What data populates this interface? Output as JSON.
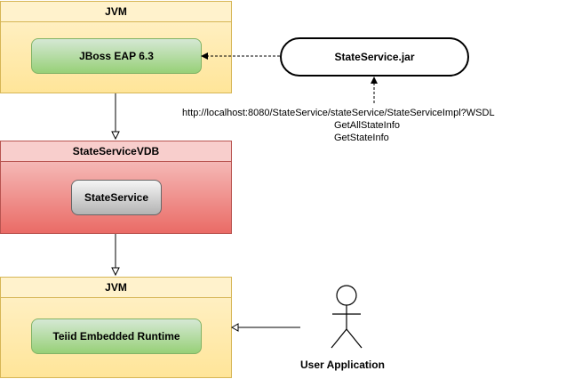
{
  "diagram": {
    "jvm_top": {
      "label": "JVM",
      "inner": "JBoss EAP 6.3"
    },
    "vdb": {
      "label": "StateServiceVDB",
      "inner": "StateService"
    },
    "jvm_bottom": {
      "label": "JVM",
      "inner": "Teiid Embedded Runtime"
    },
    "jar": {
      "label": "StateService.jar"
    },
    "wsdl_note": {
      "url": "http://localhost:8080/StateService/stateService/StateServiceImpl?WSDL",
      "op1": "GetAllStateInfo",
      "op2": "GetStateInfo"
    },
    "actor": {
      "label": "User Application"
    }
  }
}
